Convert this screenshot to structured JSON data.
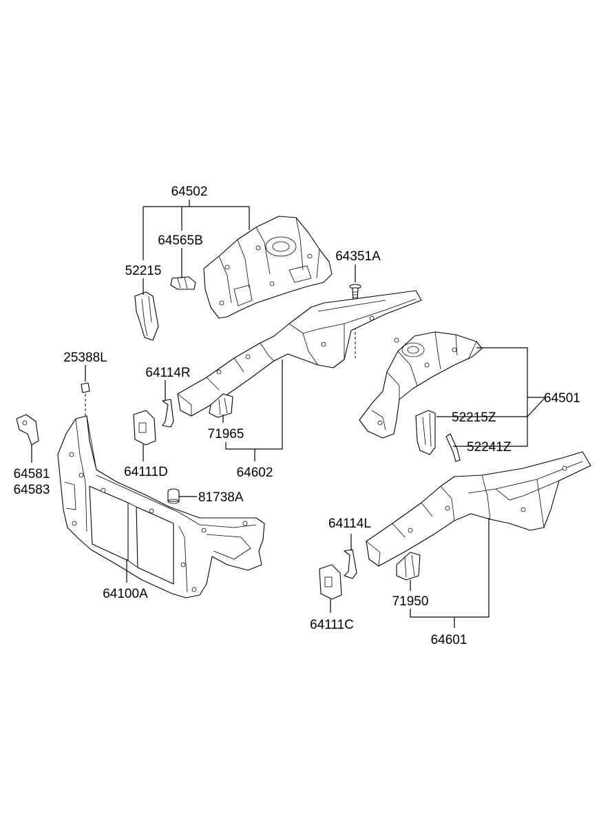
{
  "diagram": {
    "labels": {
      "p64502": "64502",
      "p64565B": "64565B",
      "p52215": "52215",
      "p64351A": "64351A",
      "p25388L": "25388L",
      "p64114R": "64114R",
      "p64501": "64501",
      "p52215Z": "52215Z",
      "p71965": "71965",
      "p52241Z": "52241Z",
      "p64581": "64581",
      "p64583": "64583",
      "p64111D": "64111D",
      "p64602": "64602",
      "p81738A": "81738A",
      "p64114L": "64114L",
      "p64100A": "64100A",
      "p71950": "71950",
      "p64111C": "64111C",
      "p64601": "64601"
    }
  }
}
